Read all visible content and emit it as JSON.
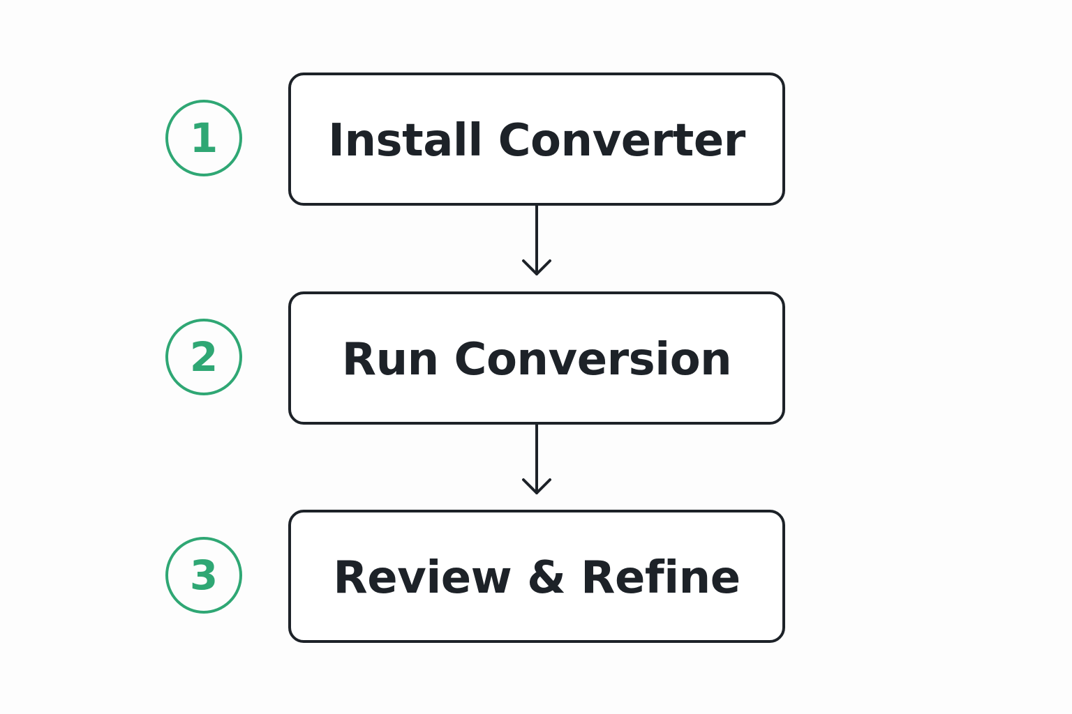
{
  "steps": [
    {
      "number": "1",
      "label": "Install Converter"
    },
    {
      "number": "2",
      "label": "Run Conversion"
    },
    {
      "number": "3",
      "label": "Review & Refine"
    }
  ],
  "colors": {
    "accent": "#2fa774",
    "ink": "#1d2228",
    "background": "#fdfdfd"
  },
  "icons": {
    "connector": "arrow-down-icon"
  }
}
